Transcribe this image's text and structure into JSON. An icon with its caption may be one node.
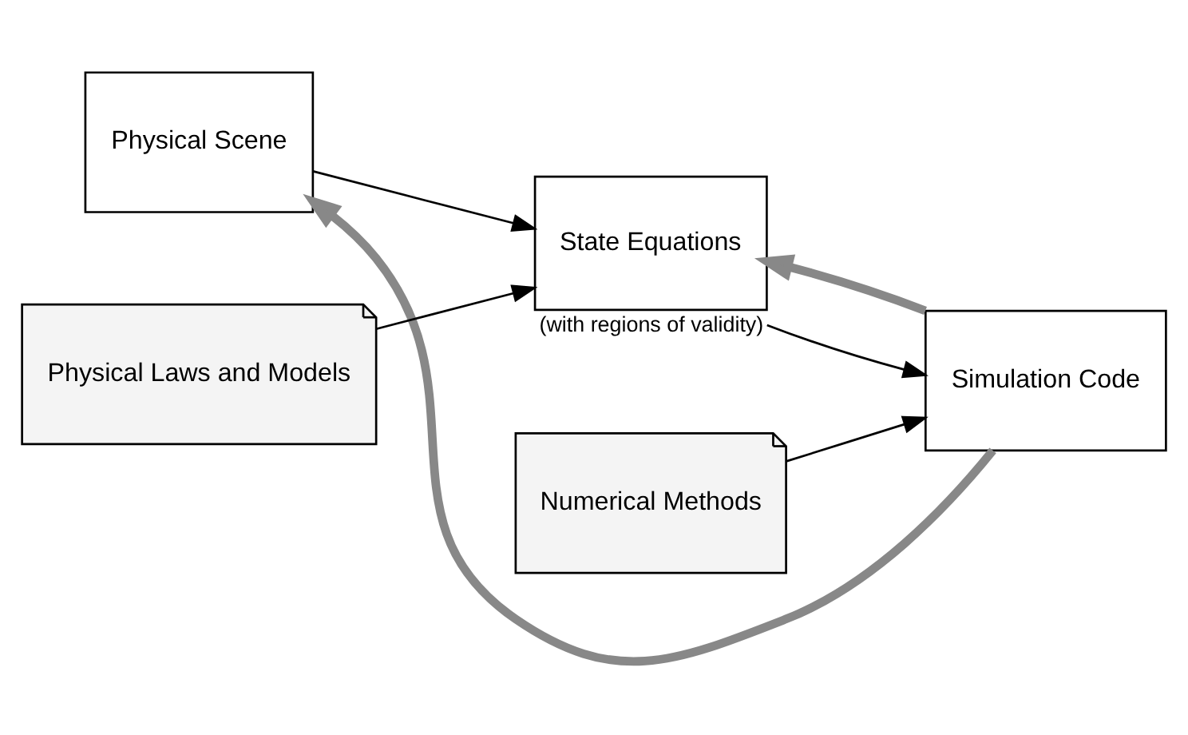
{
  "diagram": {
    "nodes": [
      {
        "text": [
          "Physical Scene"
        ]
      },
      {
        "text": [
          "State Equations"
        ],
        "beside": [
          "(with regions of validity)"
        ]
      },
      {
        "text": [
          "Simulation Code"
        ]
      },
      {
        "text": [
          "Physical Laws and Models"
        ]
      },
      {
        "text": [
          "Numerical Methods"
        ]
      }
    ],
    "edges": [
      {
        "from": 0,
        "to": 1,
        "arrow": "to"
      },
      {
        "from": 3,
        "to": 1,
        "arrow": "to"
      },
      {
        "from": 1,
        "to": 2,
        "arrow": "to"
      },
      {
        "from": 4,
        "to": 2,
        "arrow": "to"
      },
      {
        "from": 2,
        "to": 0,
        "arrow": "to",
        "style": "thick",
        "color": "#888888"
      },
      {
        "from": 2,
        "to": 1,
        "arrow": "to",
        "style": "thick",
        "color": "#888888"
      }
    ]
  }
}
